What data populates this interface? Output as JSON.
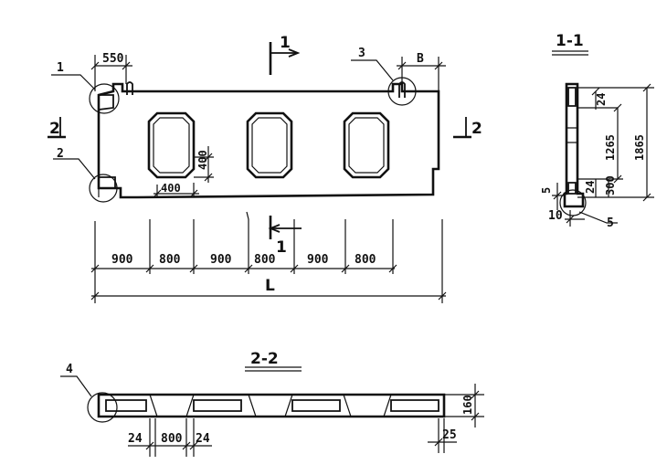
{
  "callouts": [
    "1",
    "2",
    "3",
    "4",
    "5"
  ],
  "sections": {
    "s11": "1-1",
    "s22": "2-2",
    "cut1_top": "1",
    "cut1_bottom": "1",
    "cut2_left": "2",
    "cut2_right": "2"
  },
  "elevation": {
    "dim_top_left": "550",
    "dim_top_right": "B",
    "opening_dim_v": "400",
    "opening_dim_h": "400",
    "spacing": [
      "900",
      "800",
      "900",
      "800",
      "900",
      "800"
    ],
    "total_length": "L"
  },
  "section_11": {
    "dim_top": "24",
    "dim_inner": "1265",
    "dim_outer": "1865",
    "dim_lower_a": "24",
    "dim_lower_b": "300",
    "dim_left": "5",
    "dim_bottom": "10"
  },
  "section_22": {
    "dim_thickness": "160",
    "dim_a": "24",
    "dim_b": "800",
    "dim_c": "24",
    "dim_right": "25"
  }
}
